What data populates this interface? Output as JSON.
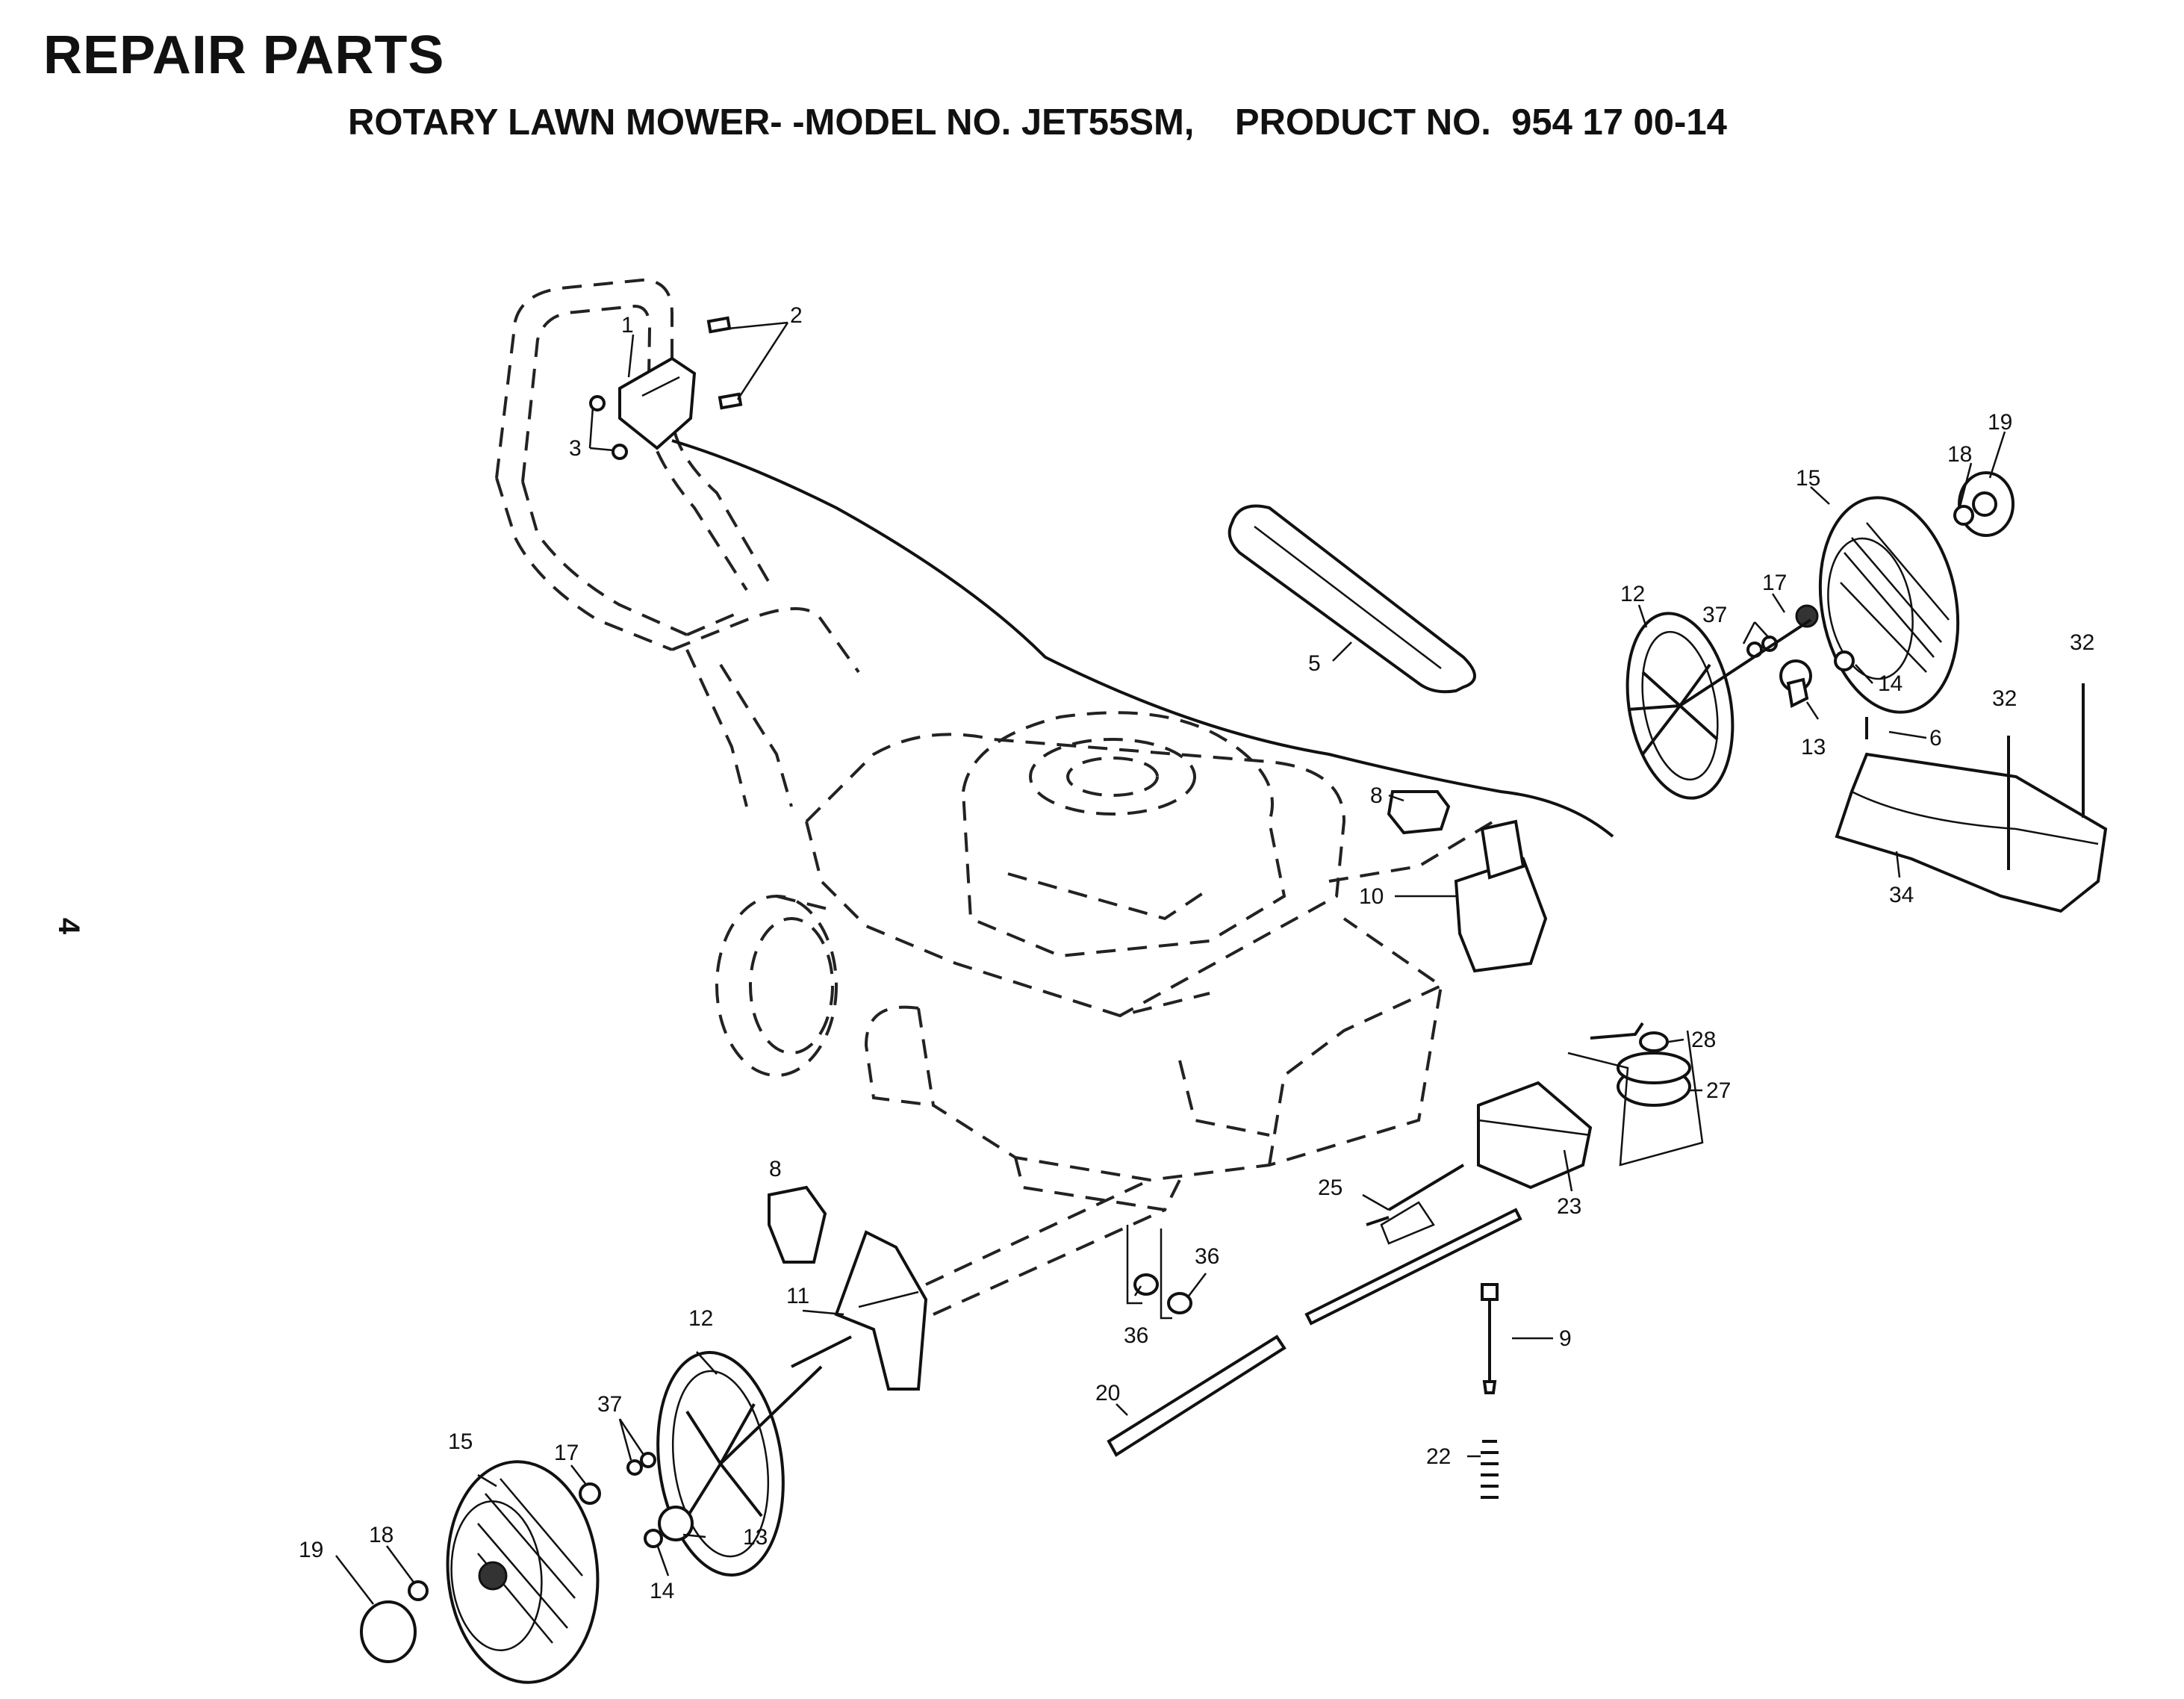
{
  "header": {
    "title": "REPAIR PARTS",
    "subtitle": "ROTARY LAWN MOWER- -MODEL NO. JET55SM,    PRODUCT NO.  954 17 00-14"
  },
  "page_number": "4",
  "callouts": {
    "c1": "1",
    "c2": "2",
    "c3": "3",
    "c5": "5",
    "c6": "6",
    "c8_top": "8",
    "c8_bottom": "8",
    "c9": "9",
    "c10": "10",
    "c11": "11",
    "c12_right": "12",
    "c12_left": "12",
    "c13_right": "13",
    "c13_left": "13",
    "c14_right": "14",
    "c14_left": "14",
    "c15_right": "15",
    "c15_left": "15",
    "c17_right": "17",
    "c17_left": "17",
    "c18_right": "18",
    "c18_left": "18",
    "c19_right": "19",
    "c19_left": "19",
    "c20": "20",
    "c22": "22",
    "c23": "23",
    "c25": "25",
    "c27": "27",
    "c28": "28",
    "c32_a": "32",
    "c32_b": "32",
    "c34": "34",
    "c36_a": "36",
    "c36_b": "36",
    "c37_right": "37",
    "c37_left": "37"
  }
}
